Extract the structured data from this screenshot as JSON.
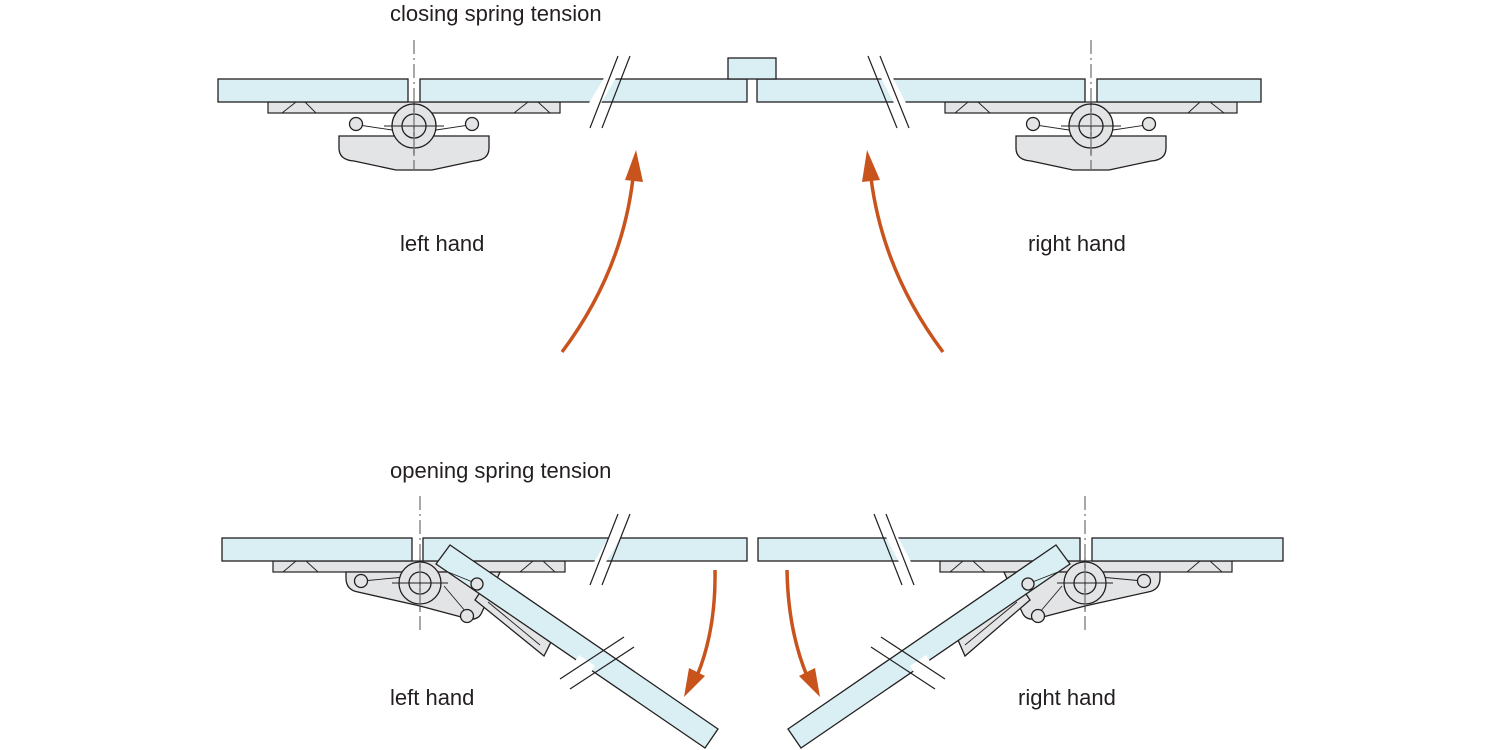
{
  "diagram": {
    "closing_title": "closing spring tension",
    "opening_title": "opening spring tension",
    "closing_left_label": "left hand",
    "closing_right_label": "right hand",
    "opening_left_label": "left hand",
    "opening_right_label": "right hand",
    "colors": {
      "glass": "#d9eff4",
      "hinge": "#e3e4e5",
      "arrow": "#c8531c",
      "outline": "#231f20"
    }
  }
}
